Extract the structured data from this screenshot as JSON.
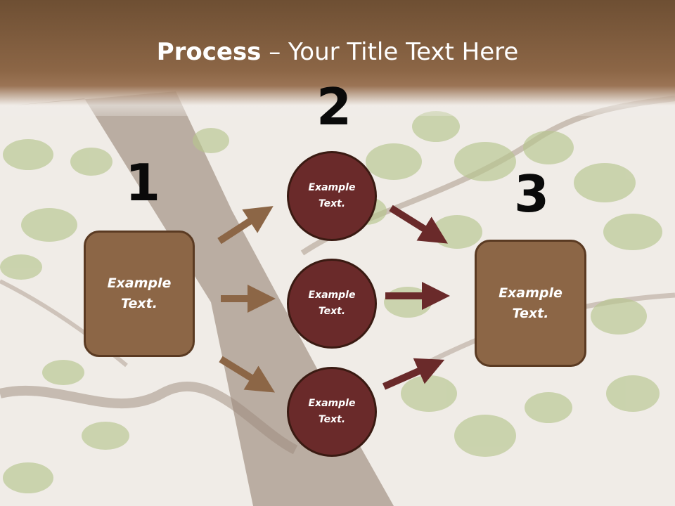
{
  "title": {
    "bold": "Process",
    "rest": " – Your Title Text Here"
  },
  "steps": {
    "n1": "1",
    "n2": "2",
    "n3": "3"
  },
  "left_box": {
    "text": "Example\nText."
  },
  "right_box": {
    "text": "Example\nText."
  },
  "circles": [
    {
      "text": "Example\nText."
    },
    {
      "text": "Example\nText."
    },
    {
      "text": "Example\nText."
    }
  ],
  "colors": {
    "header": "#8c6646",
    "box_fill": "#8c6646",
    "circle_fill": "#6a2a2a",
    "arrow_brown": "#8c6646",
    "arrow_maroon": "#6a2a2a"
  }
}
